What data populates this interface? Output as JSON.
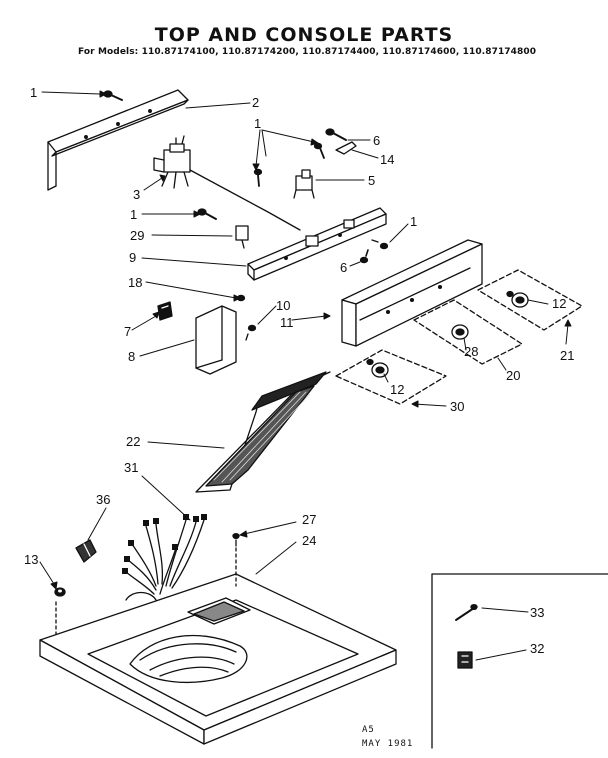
{
  "header": {
    "title": "TOP AND CONSOLE PARTS",
    "models": "For Models: 110.87174100, 110.87174200, 110.87174400, 110.87174600, 110.87174800"
  },
  "callouts": [
    {
      "id": "c1a",
      "label": "1"
    },
    {
      "id": "c2",
      "label": "2"
    },
    {
      "id": "c1b",
      "label": "1"
    },
    {
      "id": "c6a",
      "label": "6"
    },
    {
      "id": "c14",
      "label": "14"
    },
    {
      "id": "c3",
      "label": "3"
    },
    {
      "id": "c5",
      "label": "5"
    },
    {
      "id": "c1c",
      "label": "1"
    },
    {
      "id": "c1d",
      "label": "1"
    },
    {
      "id": "c29",
      "label": "29"
    },
    {
      "id": "c9",
      "label": "9"
    },
    {
      "id": "c6b",
      "label": "6"
    },
    {
      "id": "c18",
      "label": "18"
    },
    {
      "id": "c10",
      "label": "10"
    },
    {
      "id": "c12a",
      "label": "12"
    },
    {
      "id": "c7",
      "label": "7"
    },
    {
      "id": "c11",
      "label": "11"
    },
    {
      "id": "c21",
      "label": "21"
    },
    {
      "id": "c8",
      "label": "8"
    },
    {
      "id": "c28",
      "label": "28"
    },
    {
      "id": "c20",
      "label": "20"
    },
    {
      "id": "c12b",
      "label": "12"
    },
    {
      "id": "c30",
      "label": "30"
    },
    {
      "id": "c22",
      "label": "22"
    },
    {
      "id": "c31",
      "label": "31"
    },
    {
      "id": "c36",
      "label": "36"
    },
    {
      "id": "c27",
      "label": "27"
    },
    {
      "id": "c24",
      "label": "24"
    },
    {
      "id": "c13",
      "label": "13"
    },
    {
      "id": "c33",
      "label": "33"
    },
    {
      "id": "c32",
      "label": "32"
    }
  ],
  "footer": {
    "code": "A5",
    "date": "MAY 1981"
  }
}
